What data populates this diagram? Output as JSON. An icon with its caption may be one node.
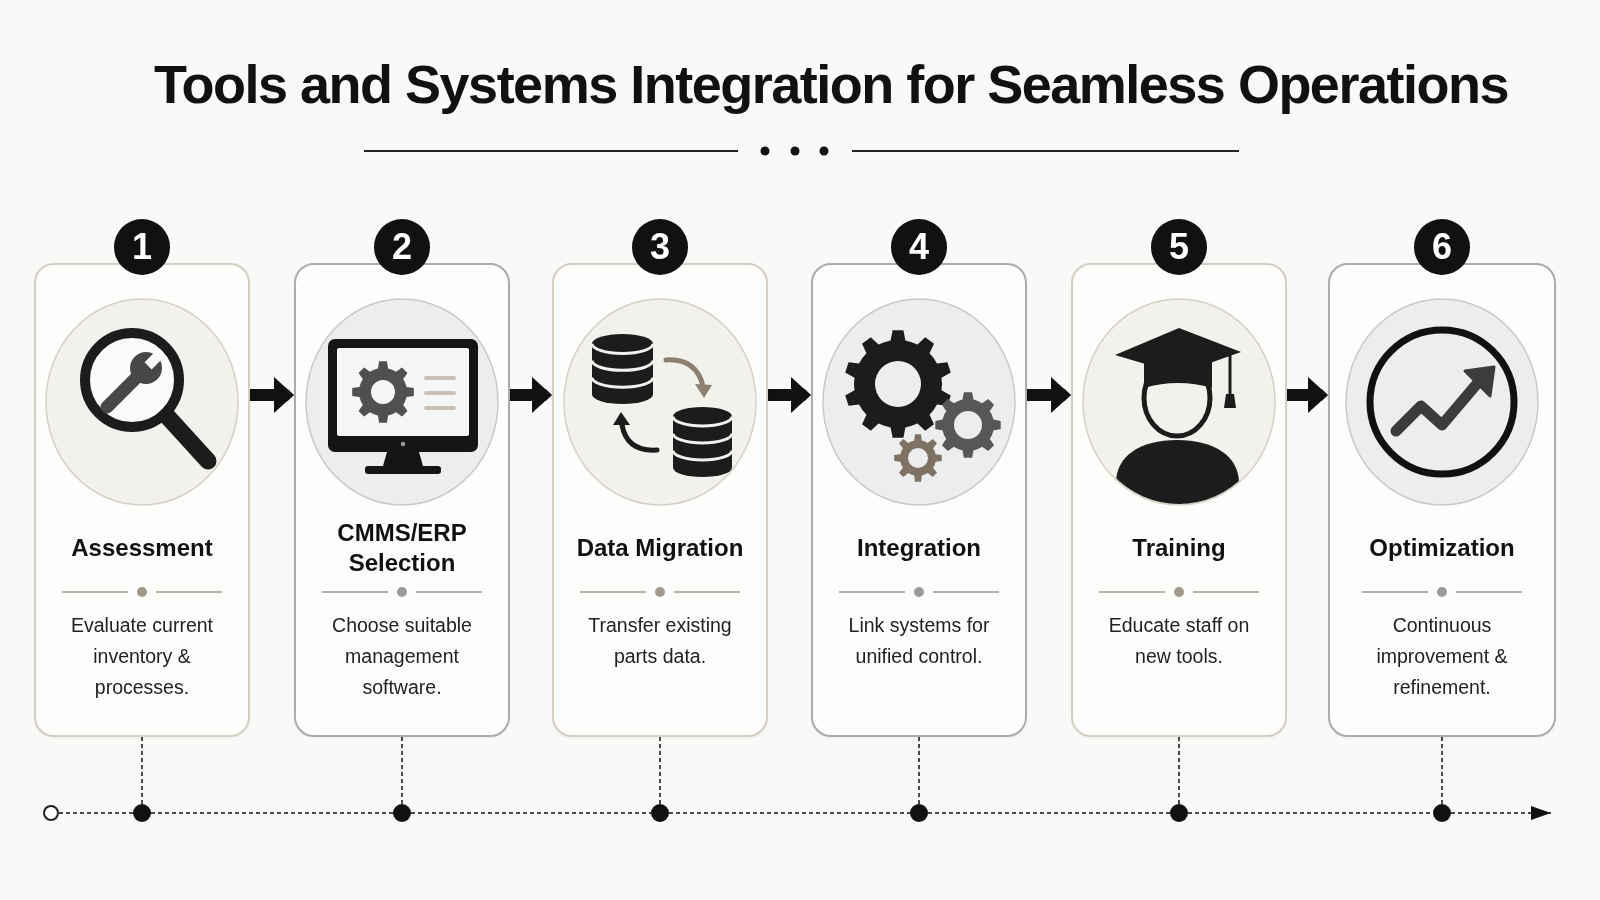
{
  "diagram": {
    "title": "Tools and Systems Integration for Seamless Operations",
    "nodes": [
      {
        "text": [
          "1"
        ]
      },
      {
        "text": [
          "Assessment",
          "Evaluate current inventory & processes."
        ]
      },
      {
        "text": [
          "2"
        ]
      },
      {
        "text": [
          "CMMS/ERP Selection",
          "Choose suitable management software."
        ]
      },
      {
        "text": [
          "3"
        ]
      },
      {
        "text": [
          "Data Migration",
          "Transfer existing parts data."
        ]
      },
      {
        "text": [
          "4"
        ]
      },
      {
        "text": [
          "Integration",
          "Link systems for unified control."
        ]
      },
      {
        "text": [
          "5"
        ]
      },
      {
        "text": [
          "Training",
          "Educate staff on new tools."
        ]
      },
      {
        "text": [
          "6"
        ]
      },
      {
        "text": [
          "Optimization",
          "Continuous improvement & refinement."
        ]
      },
      {
        "text": [],
        "shape": "circle"
      },
      {
        "text": [],
        "shape": "circle"
      },
      {
        "text": [],
        "shape": "circle"
      },
      {
        "text": [],
        "shape": "circle"
      },
      {
        "text": [],
        "shape": "circle"
      },
      {
        "text": [],
        "shape": "circle"
      },
      {
        "text": [],
        "shape": "circle"
      }
    ],
    "edges": [
      {
        "from": 1,
        "to": 3,
        "arrow": "to",
        "style": "thick"
      },
      {
        "from": 3,
        "to": 5,
        "arrow": "to",
        "style": "thick"
      },
      {
        "from": 5,
        "to": 7,
        "arrow": "to",
        "style": "thick"
      },
      {
        "from": 7,
        "to": 9,
        "arrow": "to",
        "style": "thick"
      },
      {
        "from": 9,
        "to": 11,
        "arrow": "to",
        "style": "thick"
      },
      {
        "from": 12,
        "to": 13,
        "arrow": "none",
        "style": "dashed"
      },
      {
        "from": 13,
        "to": 14,
        "arrow": "none",
        "style": "dashed"
      },
      {
        "from": 14,
        "to": 15,
        "arrow": "none",
        "style": "dashed"
      },
      {
        "from": 15,
        "to": 16,
        "arrow": "none",
        "style": "dashed"
      },
      {
        "from": 16,
        "to": 17,
        "arrow": "none",
        "style": "dashed"
      },
      {
        "from": 17,
        "to": 18,
        "arrow": "none",
        "style": "dashed"
      },
      {
        "from": 18,
        "to": null,
        "arrow": "to",
        "style": "dashed"
      },
      {
        "from": 1,
        "to": 13,
        "arrow": "none",
        "style": "dashed"
      },
      {
        "from": 3,
        "to": 14,
        "arrow": "none",
        "style": "dashed"
      },
      {
        "from": 5,
        "to": 15,
        "arrow": "none",
        "style": "dashed"
      },
      {
        "from": 7,
        "to": 16,
        "arrow": "none",
        "style": "dashed"
      },
      {
        "from": 9,
        "to": 17,
        "arrow": "none",
        "style": "dashed"
      },
      {
        "from": 11,
        "to": 18,
        "arrow": "none",
        "style": "dashed"
      }
    ]
  }
}
